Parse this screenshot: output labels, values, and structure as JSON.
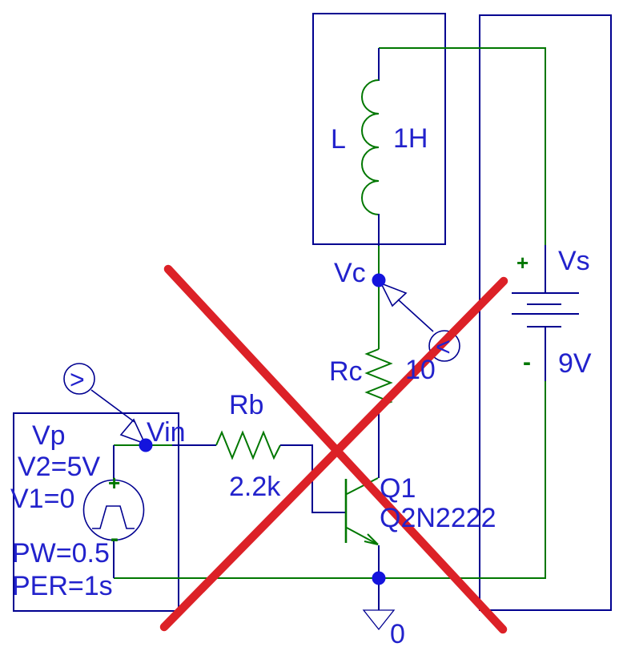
{
  "figure": {
    "type": "circuit-schematic",
    "crossed_out": true
  },
  "colors": {
    "wire_green": "#007700",
    "symbol_navy": "#000090",
    "label_blue": "#2222CC",
    "junction_blue": "#1414DD",
    "cross_red": "#DC2127",
    "background": "#FFFFFF"
  },
  "components": {
    "inductor": {
      "ref": "L",
      "value": "1H"
    },
    "collector_resistor": {
      "ref": "Rc",
      "value": "10"
    },
    "base_resistor": {
      "ref": "Rb",
      "value": "2.2k"
    },
    "transistor": {
      "ref": "Q1",
      "model": "Q2N2222"
    },
    "dc_source": {
      "ref": "Vs",
      "value": "9V",
      "plus": "+",
      "minus": "-"
    },
    "pulse_source": {
      "ref": "Vp",
      "plus": "+",
      "minus": "-",
      "params": {
        "v2": "V2=5V",
        "v1": "V1=0",
        "pw": "PW=0.5",
        "per": "PER=1s"
      }
    }
  },
  "nodes": {
    "collector": "Vc",
    "input": "Vin",
    "ground": "0"
  },
  "markers": {
    "collector_probe": "<",
    "input_probe": ">"
  }
}
